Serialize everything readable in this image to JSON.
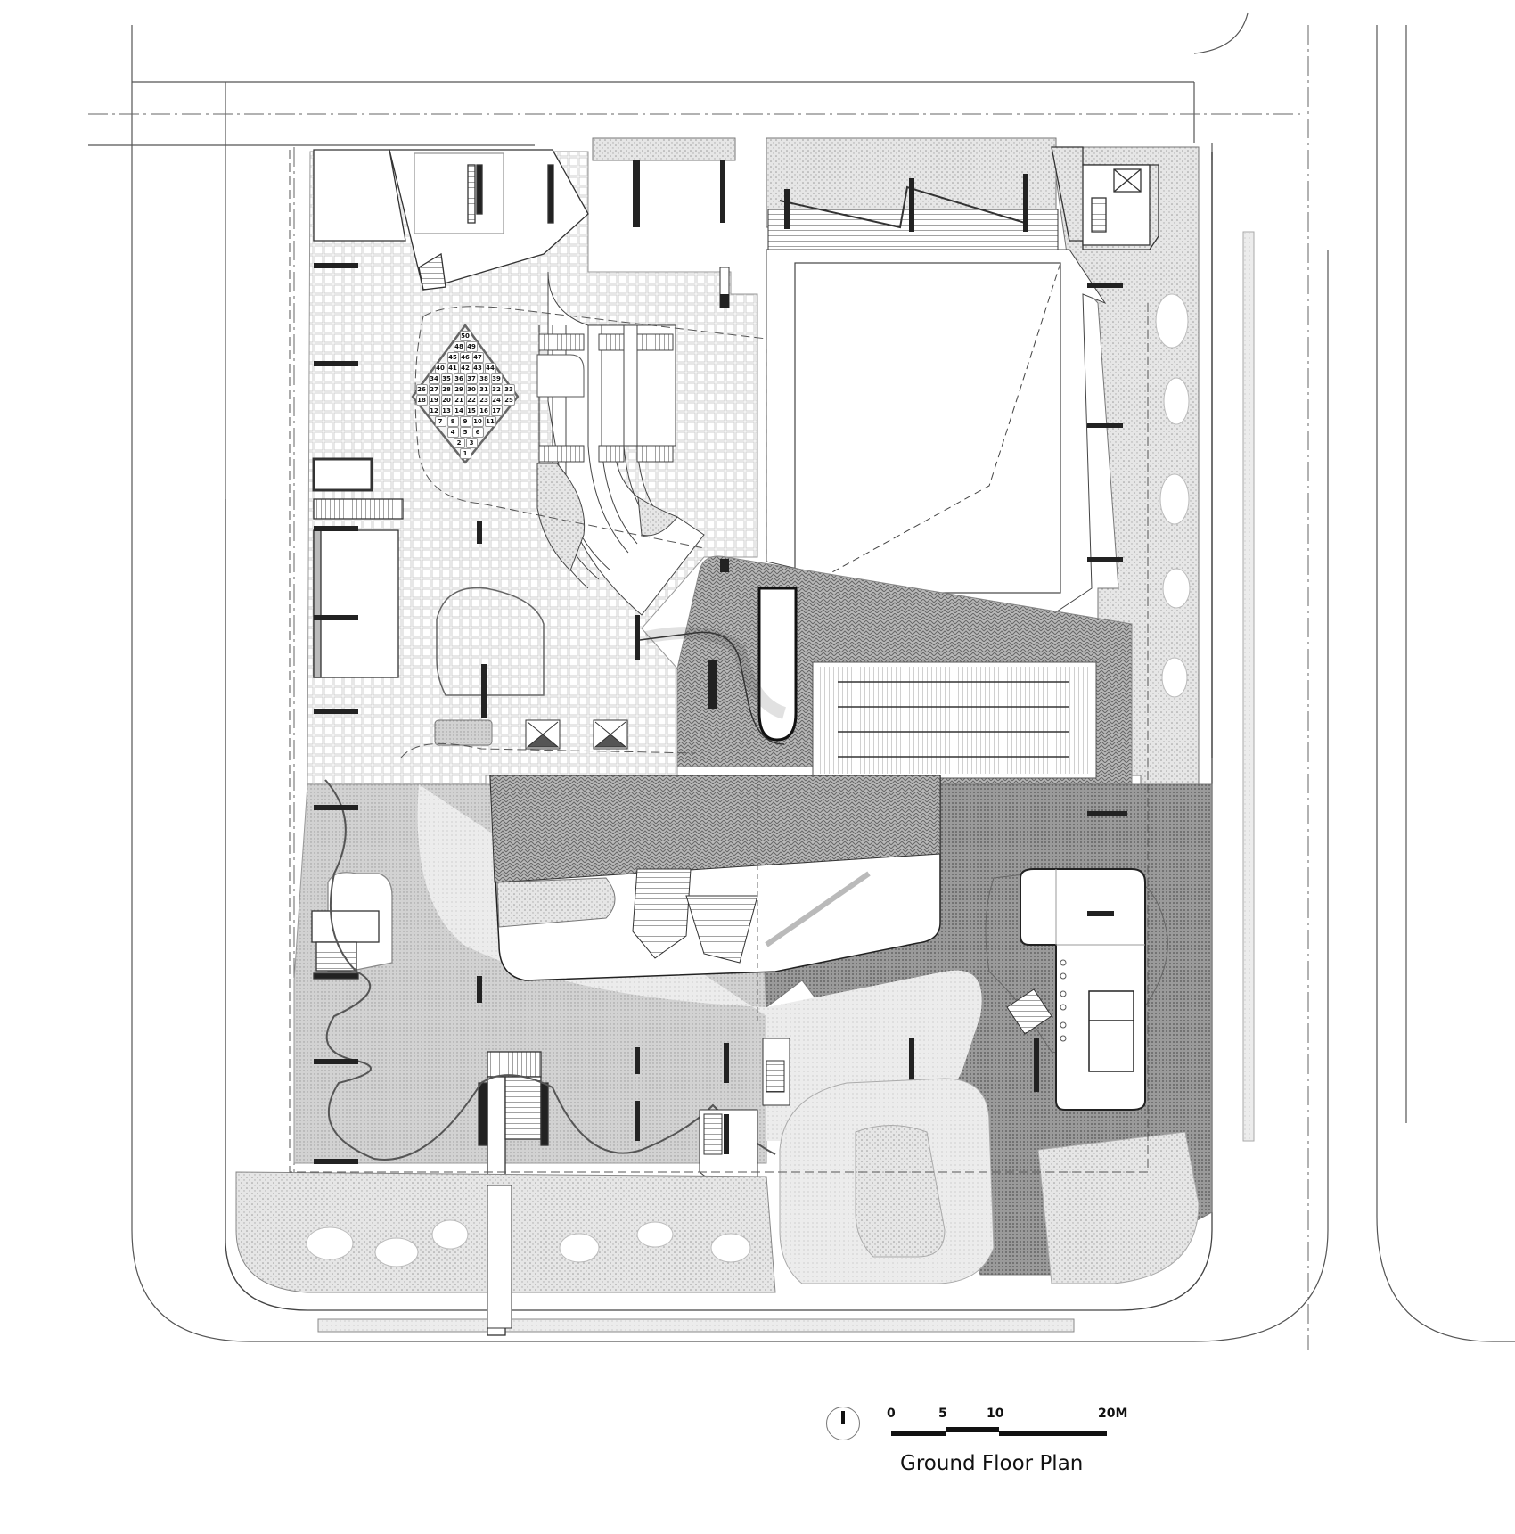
{
  "drawing": {
    "title": "Ground Floor Plan",
    "type": "architectural site / ground floor plan",
    "colors": {
      "line": "#333333",
      "light_line": "#9a9a9a",
      "grid_paving": "#d6d6d6",
      "herringbone_paving": "#8c8c8c",
      "dark_paving": "#7a7a7a",
      "planting": "#cfcfcf",
      "walls_solid": "#222222",
      "background": "#ffffff"
    }
  },
  "legend": {
    "north_arrow": "north-arrow-icon",
    "scale_bar": {
      "labels": [
        "0",
        "5",
        "10",
        "20M"
      ],
      "unit": "M"
    }
  },
  "number_board": {
    "rows": [
      [
        "50"
      ],
      [
        "48",
        "49"
      ],
      [
        "45",
        "46",
        "47"
      ],
      [
        "40",
        "41",
        "42",
        "43",
        "44"
      ],
      [
        "34",
        "35",
        "36",
        "37",
        "38",
        "39"
      ],
      [
        "26",
        "27",
        "28",
        "29",
        "30",
        "31",
        "32",
        "33"
      ],
      [
        "18",
        "19",
        "20",
        "21",
        "22",
        "23",
        "24",
        "25"
      ],
      [
        "12",
        "13",
        "14",
        "15",
        "16",
        "17"
      ],
      [
        "7",
        "8",
        "9",
        "10",
        "11"
      ],
      [
        "4",
        "5",
        "6"
      ],
      [
        "2",
        "3"
      ],
      [
        "1"
      ]
    ]
  },
  "zones": [
    {
      "name": "north-plaza-grid-paving"
    },
    {
      "name": "amphitheater-steps"
    },
    {
      "name": "sunken-court"
    },
    {
      "name": "herringbone-plaza"
    },
    {
      "name": "reflecting-pool"
    },
    {
      "name": "east-planting-strip"
    },
    {
      "name": "south-garden"
    },
    {
      "name": "pavilion-building"
    },
    {
      "name": "stair-cores"
    }
  ]
}
